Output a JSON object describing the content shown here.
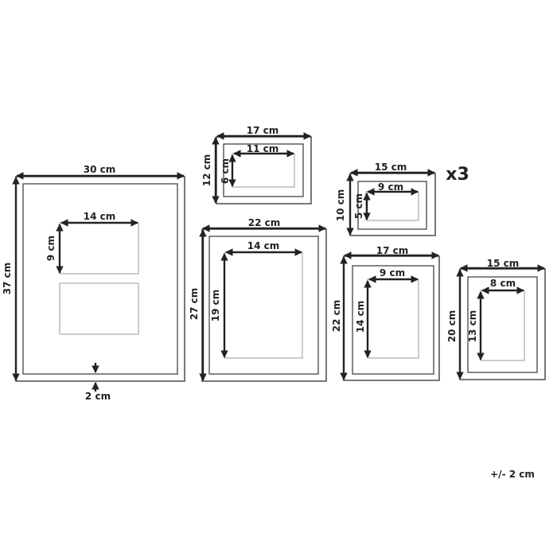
{
  "frames": [
    {
      "width_label": "30 cm",
      "height_label": "37 cm",
      "window_width_label": "14 cm",
      "window_height_label": "9 cm",
      "border_label": "2 cm",
      "windows": 2
    },
    {
      "width_label": "17 cm",
      "height_label": "12 cm",
      "window_width_label": "11 cm",
      "window_height_label": "6 cm",
      "windows": 1
    },
    {
      "width_label": "22 cm",
      "height_label": "27 cm",
      "window_width_label": "14 cm",
      "window_height_label": "19 cm",
      "windows": 1
    },
    {
      "width_label": "15 cm",
      "height_label": "10 cm",
      "window_width_label": "9 cm",
      "window_height_label": "5 cm",
      "windows": 1,
      "quantity_label": "x3"
    },
    {
      "width_label": "17 cm",
      "height_label": "22 cm",
      "window_width_label": "9 cm",
      "window_height_label": "14 cm",
      "windows": 1
    },
    {
      "width_label": "15 cm",
      "height_label": "20 cm",
      "window_width_label": "8 cm",
      "window_height_label": "13 cm",
      "windows": 1
    }
  ],
  "tolerance_label": "+/- 2 cm",
  "colors": {
    "arrow": "#222222",
    "frame": "#555555",
    "window": "#aaaaaa"
  }
}
